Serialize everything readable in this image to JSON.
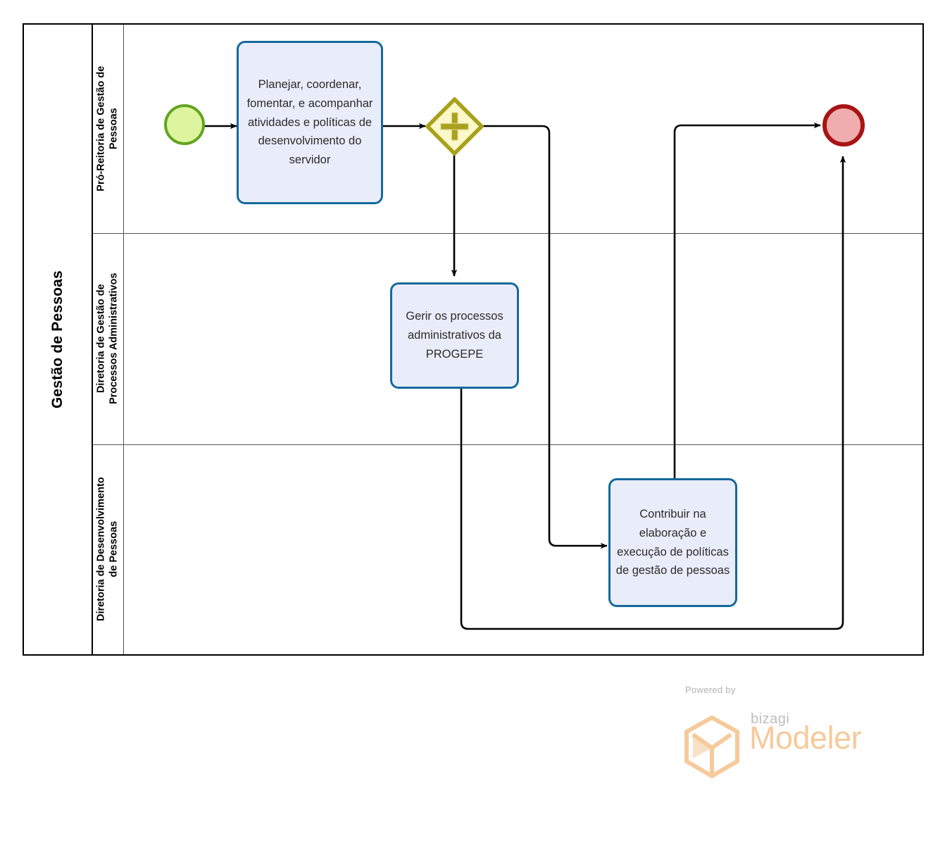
{
  "diagram": {
    "type": "bpmn-process",
    "pool": {
      "title": "Gestão de Pessoas"
    },
    "lanes": [
      {
        "id": "lane-pro-reitoria",
        "label": "Pró-Reitoria de Gestão de\nPessoas"
      },
      {
        "id": "lane-processos-adm",
        "label": "Diretoria de Gestão de\nProcessos Administrativos"
      },
      {
        "id": "lane-desenvolvimento",
        "label": "Diretoria de Desenvolvimento\nde Pessoas"
      }
    ],
    "nodes": {
      "start_event": {
        "name": "start-event",
        "label": ""
      },
      "task_1": {
        "label": "Planejar, coordenar, fomentar, e acompanhar atividades e políticas de desenvolvimento do servidor"
      },
      "gateway_1": {
        "name": "parallel-gateway",
        "symbol": "+",
        "label": ""
      },
      "task_2": {
        "label": "Gerir os processos administrativos da PROGEPE"
      },
      "task_3": {
        "label": "Contribuir na elaboração e execução de políticas de gestão de pessoas"
      },
      "end_event": {
        "name": "end-event",
        "label": ""
      }
    },
    "colors": {
      "task_fill": "#E9EDFA",
      "task_border": "#15699B",
      "start_fill": "#DCF59E",
      "start_border": "#62A420",
      "end_fill": "#F0ADAD",
      "end_border": "#A81414",
      "gateway_fill": "#FBF8C9",
      "gateway_border": "#A8A11B",
      "connector": "#000000",
      "pool_border": "#000000",
      "lane_border": "#555555"
    }
  },
  "watermark": {
    "powered_by": "Powered by",
    "brand": "bizagi",
    "product": "Modeler",
    "brand_color": "#F6CA9B"
  }
}
